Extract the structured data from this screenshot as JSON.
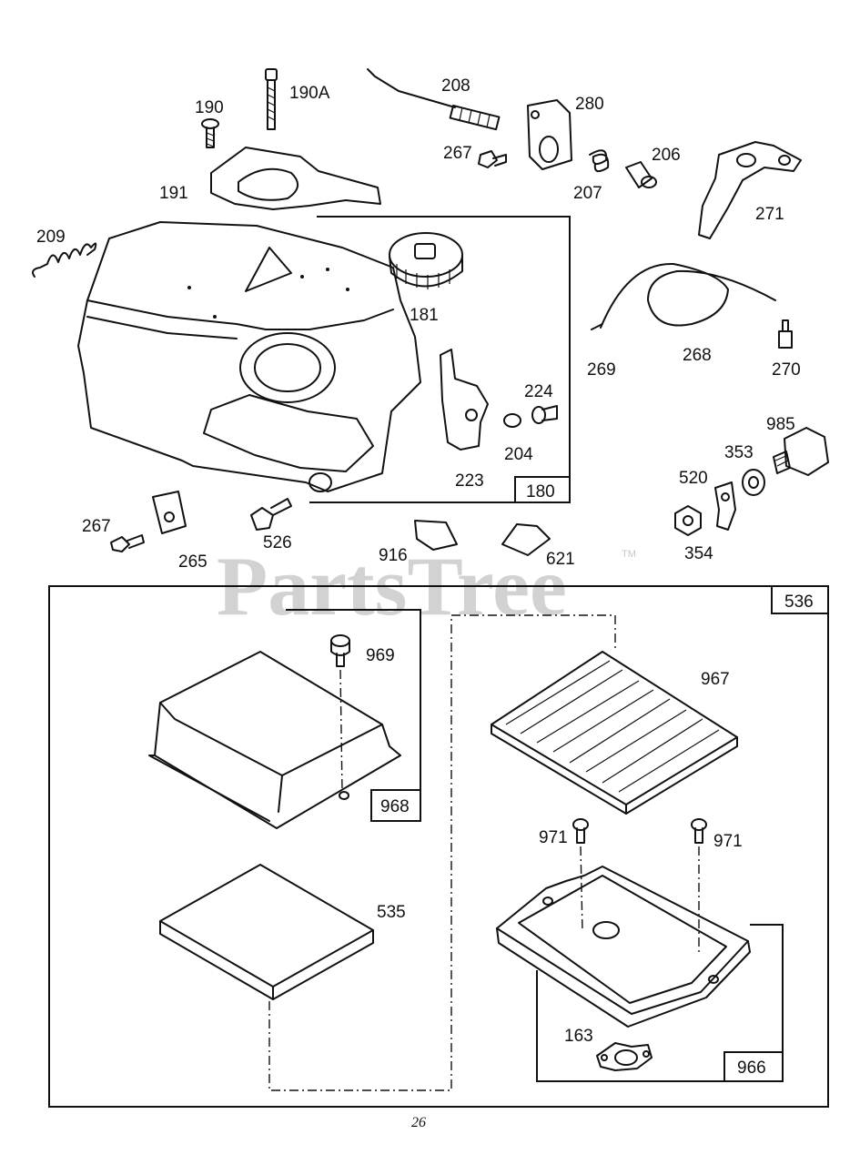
{
  "watermark": {
    "text": "PartsTree",
    "trademark": "TM"
  },
  "page_number": "26",
  "callouts": {
    "c190": "190",
    "c190A": "190A",
    "c191": "191",
    "c208": "208",
    "c280": "280",
    "c267a": "267",
    "c206": "206",
    "c207": "207",
    "c271": "271",
    "c209": "209",
    "c181": "181",
    "c224": "224",
    "c204": "204",
    "c223": "223",
    "c269": "269",
    "c268": "268",
    "c270": "270",
    "c985": "985",
    "c353": "353",
    "c520": "520",
    "c354": "354",
    "c267b": "267",
    "c265": "265",
    "c526": "526",
    "c916": "916",
    "c621": "621",
    "c969": "969",
    "c967": "967",
    "c971a": "971",
    "c971b": "971",
    "c535": "535",
    "c163": "163"
  },
  "boxes": {
    "b180": "180",
    "b536": "536",
    "b968": "968",
    "b966": "966"
  }
}
